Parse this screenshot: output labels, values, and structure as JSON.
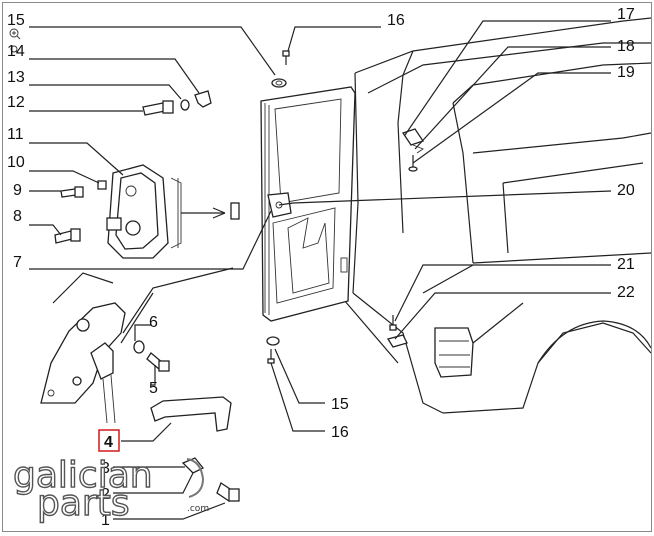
{
  "callouts": [
    {
      "id": "15a",
      "label": "15"
    },
    {
      "id": "16a",
      "label": "16"
    },
    {
      "id": "14",
      "label": "14"
    },
    {
      "id": "13",
      "label": "13"
    },
    {
      "id": "12",
      "label": "12"
    },
    {
      "id": "11",
      "label": "11"
    },
    {
      "id": "10",
      "label": "10"
    },
    {
      "id": "9",
      "label": "9"
    },
    {
      "id": "8",
      "label": "8"
    },
    {
      "id": "7",
      "label": "7"
    },
    {
      "id": "6",
      "label": "6"
    },
    {
      "id": "5",
      "label": "5"
    },
    {
      "id": "4",
      "label": "4"
    },
    {
      "id": "3",
      "label": "3"
    },
    {
      "id": "2",
      "label": "2"
    },
    {
      "id": "1",
      "label": "1"
    },
    {
      "id": "17",
      "label": "17"
    },
    {
      "id": "18",
      "label": "18"
    },
    {
      "id": "19",
      "label": "19"
    },
    {
      "id": "20",
      "label": "20"
    },
    {
      "id": "21",
      "label": "21"
    },
    {
      "id": "22",
      "label": "22"
    },
    {
      "id": "15b",
      "label": "15"
    },
    {
      "id": "16b",
      "label": "16"
    }
  ],
  "highlighted_callout": "4",
  "highlight_color": "#d21a1a",
  "watermark": {
    "line1": "galician",
    "line2": "parts",
    "suffix": ".com"
  },
  "zoom_icon": "magnifier-icon"
}
